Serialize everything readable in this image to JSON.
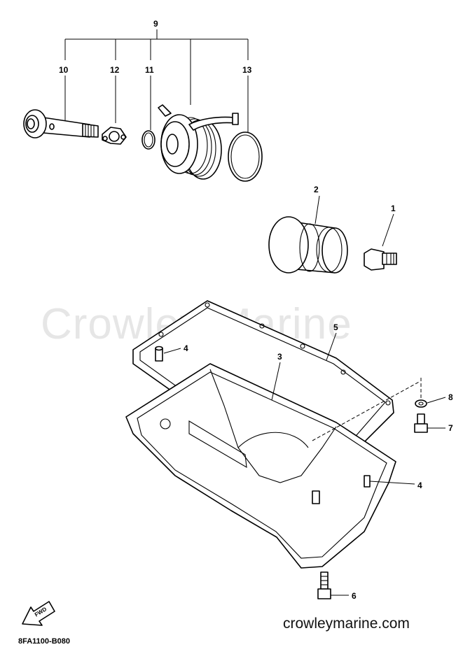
{
  "watermark": "Crowley Marine",
  "site": "crowleymarine.com",
  "diagram_code": "8FA1100-B080",
  "fwd_label": "FWD",
  "callouts": {
    "c1": "1",
    "c2": "2",
    "c3": "3",
    "c4a": "4",
    "c4b": "4",
    "c5": "5",
    "c6": "6",
    "c7": "7",
    "c8": "8",
    "c9": "9",
    "c10": "10",
    "c11": "11",
    "c12": "12",
    "c13": "13"
  }
}
